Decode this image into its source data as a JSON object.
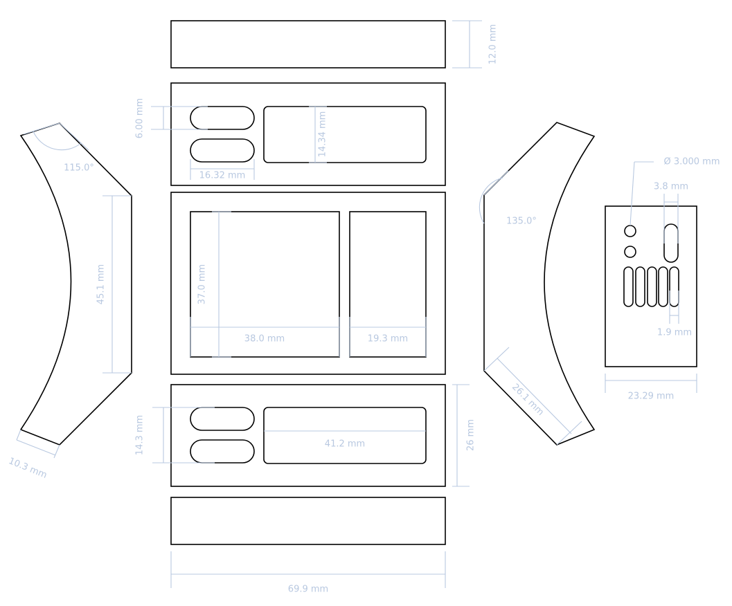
{
  "colors": {
    "outline": "#000000",
    "dimension": "#b8c8e0",
    "background": "#ffffff"
  },
  "dimensions": {
    "top_strip_height": "12.0 mm",
    "slot_height": "6.00 mm",
    "window_height": "14.34 mm",
    "slot_width": "16.32 mm",
    "left_arc_angle": "115.0°",
    "left_arc_height": "45.1 mm",
    "left_arc_width": "10.3 mm",
    "large_window_height": "37.0 mm",
    "large_window_width": "38.0 mm",
    "narrow_window_width": "19.3 mm",
    "right_arc_angle": "135.0°",
    "right_arc_length": "26.1 mm",
    "hole_diameter": "Ø 3.000 mm",
    "slot_small_width": "3.8 mm",
    "vent_gap": "1.9 mm",
    "end_panel_width": "23.29 mm",
    "lower_slots_height": "14.3 mm",
    "lower_window_width": "41.2 mm",
    "lower_panel_height": "26 mm",
    "overall_width": "69.9 mm"
  }
}
